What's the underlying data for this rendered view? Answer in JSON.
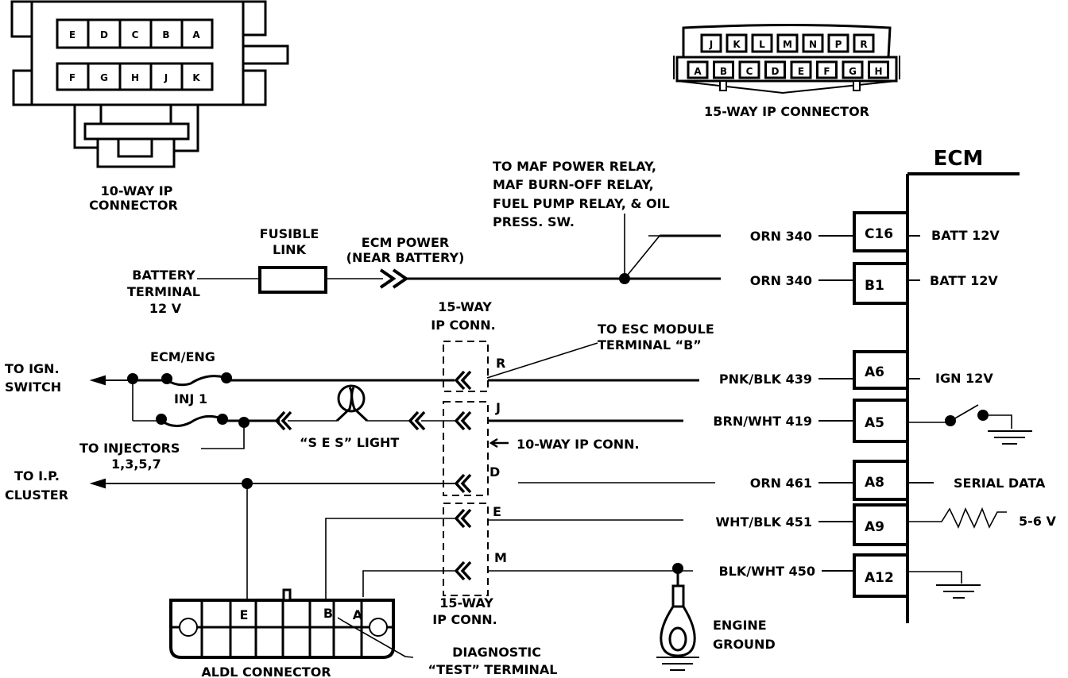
{
  "connector_10way": {
    "title_line1": "10-WAY IP",
    "title_line2": "CONNECTOR",
    "row1_pins": [
      "E",
      "D",
      "C",
      "B",
      "A"
    ],
    "row2_pins": [
      "F",
      "G",
      "H",
      "J",
      "K"
    ]
  },
  "connector_15way": {
    "title": "15-WAY IP CONNECTOR",
    "row1_pins": [
      "J",
      "K",
      "L",
      "M",
      "N",
      "P",
      "R"
    ],
    "row2_pins": [
      "A",
      "B",
      "C",
      "D",
      "E",
      "F",
      "G",
      "H"
    ]
  },
  "power_feed": {
    "battery_line1": "BATTERY",
    "battery_line2": "TERMINAL",
    "battery_line3": "12 V",
    "fusible_line1": "FUSIBLE",
    "fusible_line2": "LINK",
    "ecm_power_line1": "ECM POWER",
    "ecm_power_line2": "(NEAR BATTERY)",
    "relay_note_line1": "TO MAF POWER RELAY,",
    "relay_note_line2": "MAF BURN-OFF RELAY,",
    "relay_note_line3": "FUEL PUMP RELAY, & OIL",
    "relay_note_line4": "PRESS. SW."
  },
  "left_circuits": {
    "ign_switch_line1": "TO IGN.",
    "ign_switch_line2": "SWITCH",
    "fuse_ecm_eng": "ECM/ENG",
    "fuse_inj1": "INJ 1",
    "injectors_line1": "TO INJECTORS",
    "injectors_line2": "1,3,5,7",
    "ses_light": "“S E S”  LIGHT",
    "ip_cluster_line1": "TO I.P.",
    "ip_cluster_line2": "CLUSTER"
  },
  "inline_connectors": {
    "top_label_line1": "15-WAY",
    "top_label_line2": "IP  CONN.",
    "bottom_label_line1": "15-WAY",
    "bottom_label_line2": "IP  CONN.",
    "ten_way_label": "10-WAY IP CONN.",
    "esc_note_line1": "TO ESC MODULE",
    "esc_note_line2": "TERMINAL “B”",
    "pins": [
      "R",
      "J",
      "D",
      "E",
      "M"
    ]
  },
  "ecm": {
    "title": "ECM",
    "terminals": [
      {
        "pin": "C16",
        "wire": "ORN 340",
        "function": "BATT 12V"
      },
      {
        "pin": "B1",
        "wire": "ORN 340",
        "function": "BATT 12V"
      },
      {
        "pin": "A6",
        "wire": "PNK/BLK 439",
        "function": "IGN 12V"
      },
      {
        "pin": "A5",
        "wire": "BRN/WHT 419",
        "function": ""
      },
      {
        "pin": "A8",
        "wire": "ORN  461",
        "function": "SERIAL DATA"
      },
      {
        "pin": "A9",
        "wire": "WHT/BLK 451",
        "function": "5-6 V"
      },
      {
        "pin": "A12",
        "wire": "BLK/WHT 450",
        "function": ""
      }
    ]
  },
  "aldl": {
    "title": "ALDL CONNECTOR",
    "pin_e": "E",
    "pin_b": "B",
    "pin_a": "A",
    "diag_line1": "DIAGNOSTIC",
    "diag_line2": "“TEST” TERMINAL"
  },
  "engine_ground": {
    "line1": "ENGINE",
    "line2": "GROUND"
  }
}
